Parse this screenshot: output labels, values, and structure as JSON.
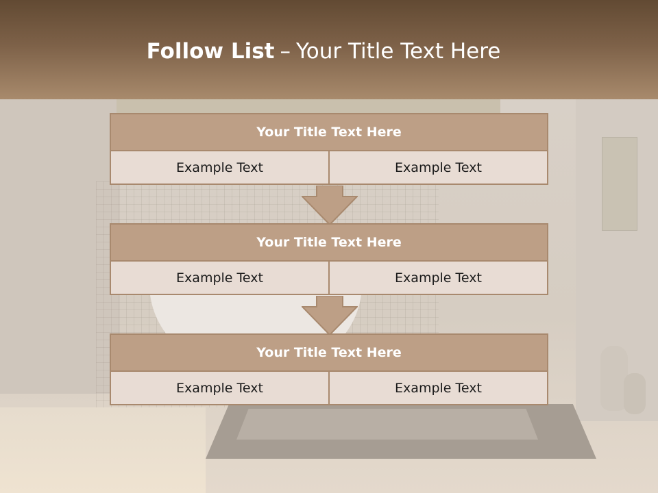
{
  "header": {
    "title_bold": "Follow List",
    "separator": "–",
    "title_rest": "Your Title Text Here"
  },
  "blocks": [
    {
      "title": "Your Title Text Here",
      "cells": [
        "Example Text",
        "Example Text"
      ]
    },
    {
      "title": "Your Title Text Here",
      "cells": [
        "Example Text",
        "Example Text"
      ]
    },
    {
      "title": "Your Title Text Here",
      "cells": [
        "Example Text",
        "Example Text"
      ]
    }
  ],
  "colors": {
    "header_top": "#624a33",
    "header_bottom": "#a88a6c",
    "block_title": "#bd9f86",
    "block_cell": "#e8dcd4",
    "border": "#a8896e"
  }
}
